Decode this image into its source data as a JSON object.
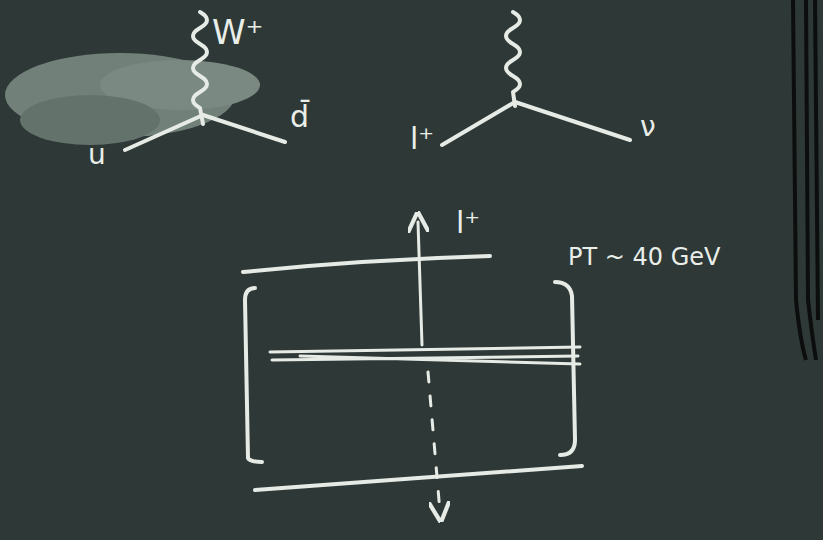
{
  "diagram": {
    "labels": [
      "W⁺",
      "u",
      "d̄",
      "l⁺",
      "ν",
      "l⁺",
      "PT ~ 40 GeV"
    ]
  }
}
